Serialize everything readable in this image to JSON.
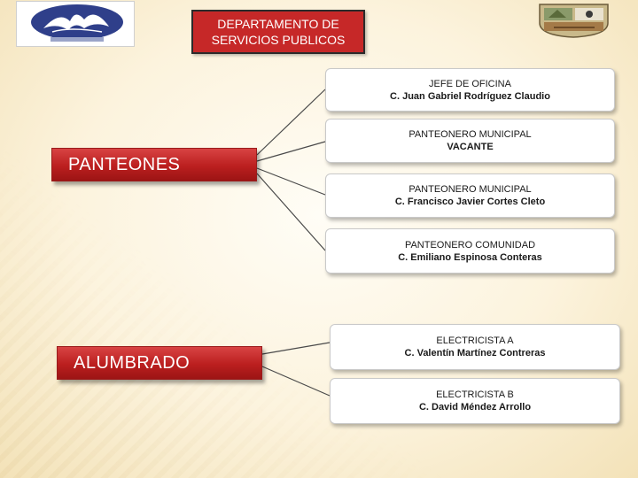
{
  "header": {
    "title_line1": "DEPARTAMENTO DE",
    "title_line2": "SERVICIOS PUBLICOS"
  },
  "logos": {
    "left": "municipal-logo-icon",
    "right": "municipal-coat-of-arms-icon"
  },
  "colors": {
    "category_red": "#c62828",
    "card_bg": "#ffffff",
    "connector": "#4a4a4a"
  },
  "categories": [
    {
      "label": "PANTEONES"
    },
    {
      "label": "ALUMBRADO"
    }
  ],
  "panteones": [
    {
      "role": "JEFE DE OFICINA",
      "name": "C. Juan Gabriel Rodríguez Claudio"
    },
    {
      "role": "PANTEONERO MUNICIPAL",
      "name": "VACANTE"
    },
    {
      "role": "PANTEONERO MUNICIPAL",
      "name": "C. Francisco Javier Cortes Cleto"
    },
    {
      "role": "PANTEONERO COMUNIDAD",
      "name": "C. Emiliano Espinosa Conteras"
    }
  ],
  "alumbrado": [
    {
      "role": "ELECTRICISTA  A",
      "name": "C.  Valentín Martínez Contreras"
    },
    {
      "role": "ELECTRICISTA   B",
      "name": "C. David Méndez Arrollo"
    }
  ]
}
